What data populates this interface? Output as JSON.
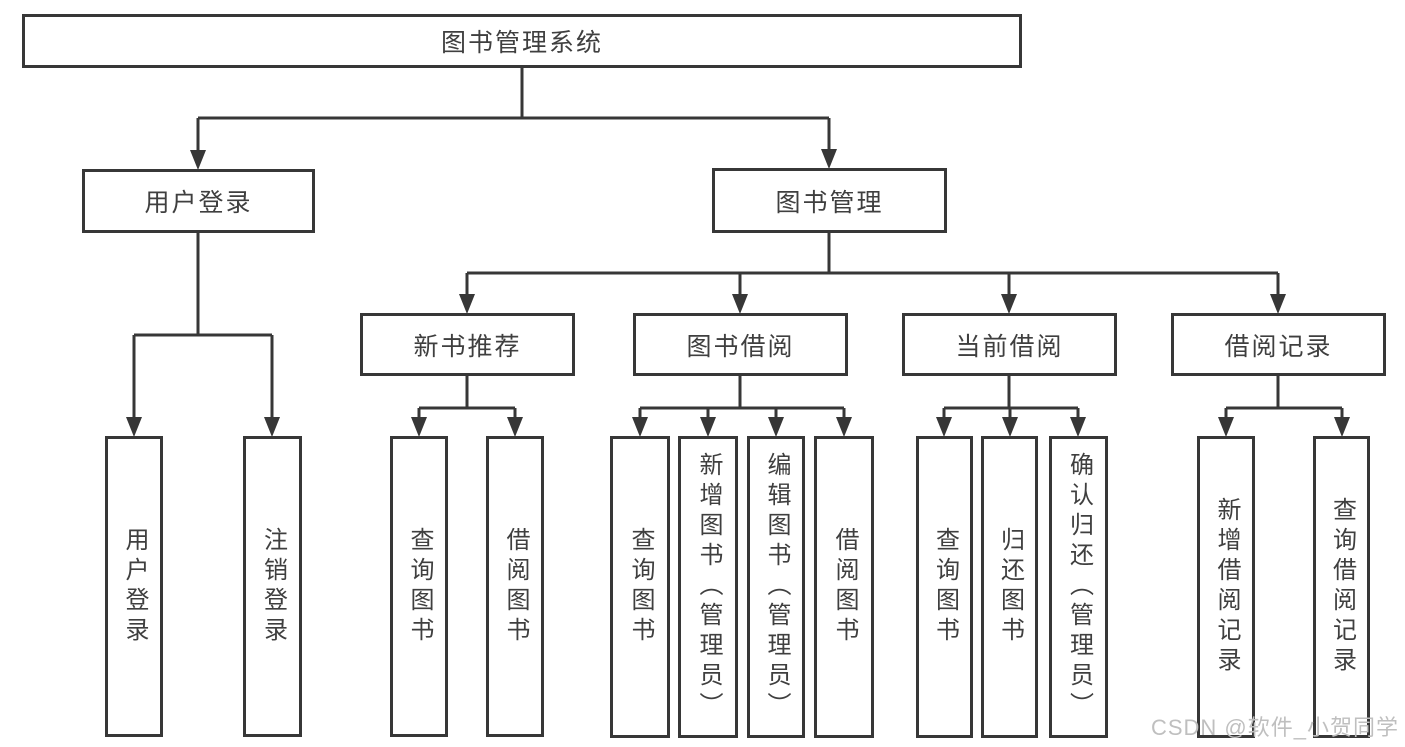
{
  "diagram_title": "图书管理系统",
  "colors": {
    "line": "#373737",
    "text": "#3f3f3f",
    "box_background": "#ffffff",
    "page_background": "#ffffff",
    "watermark": "#bfbfbf"
  },
  "nodes": {
    "root": {
      "label": "图书管理系统"
    },
    "level2": {
      "user_login": {
        "label": "用户登录"
      },
      "book_management": {
        "label": "图书管理"
      }
    },
    "level3": {
      "new_book_recommend": {
        "label": "新书推荐"
      },
      "book_borrow": {
        "label": "图书借阅"
      },
      "current_borrow": {
        "label": "当前借阅"
      },
      "borrow_records": {
        "label": "借阅记录"
      }
    },
    "leaves": {
      "user_login": {
        "label": "用户登录"
      },
      "logout": {
        "label": "注销登录"
      },
      "nb_query_books": {
        "label": "查询图书"
      },
      "nb_borrow_books": {
        "label": "借阅图书"
      },
      "bb_query_books": {
        "label": "查询图书"
      },
      "bb_add_books": {
        "label": "新增图书（管理员）"
      },
      "bb_edit_books": {
        "label": "编辑图书（管理员）"
      },
      "bb_borrow_books": {
        "label": "借阅图书"
      },
      "cb_query_books": {
        "label": "查询图书"
      },
      "cb_return_books": {
        "label": "归还图书"
      },
      "cb_confirm_return": {
        "label": "确认归还（管理员）"
      },
      "br_add_record": {
        "label": "新增借阅记录"
      },
      "br_query_record": {
        "label": "查询借阅记录"
      }
    }
  },
  "watermark": {
    "text": "CSDN @软件_小贺同学"
  }
}
